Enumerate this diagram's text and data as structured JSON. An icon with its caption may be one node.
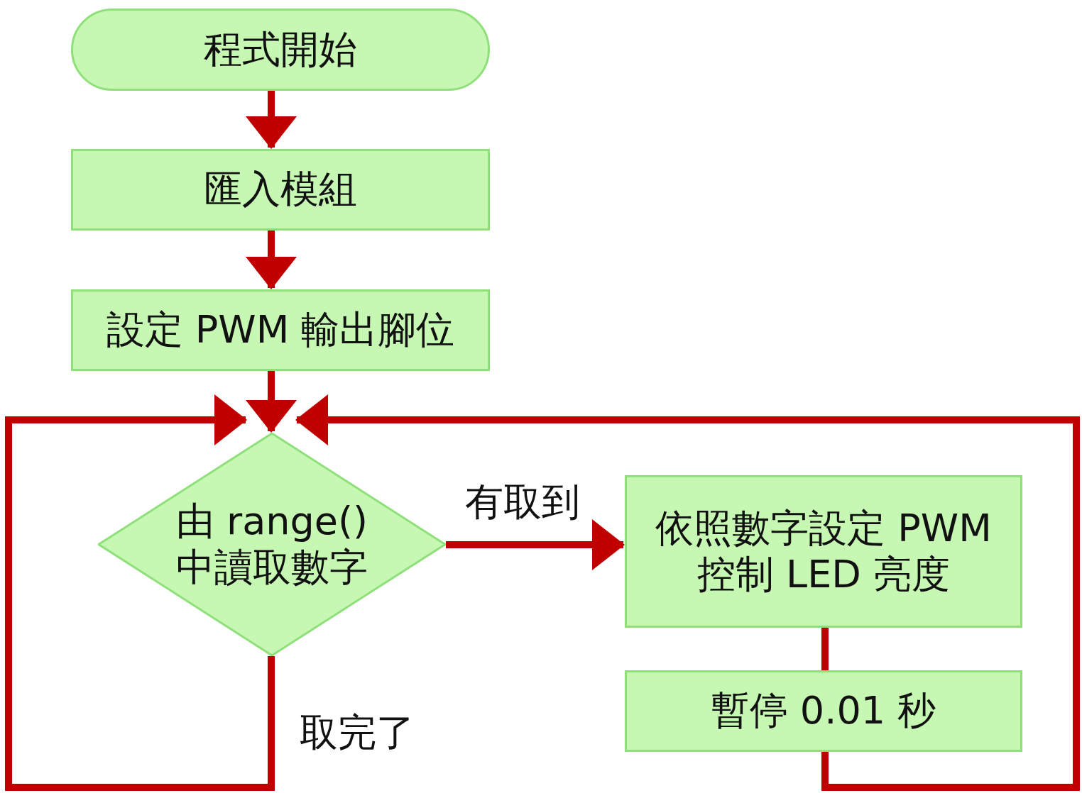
{
  "diagram": {
    "nodes": [
      {
        "text": [
          "程式開始"
        ]
      },
      {
        "text": [
          "匯入模組"
        ]
      },
      {
        "text": [
          "設定 PWM 輸出腳位"
        ]
      },
      {
        "text": [
          "由 range() 中讀取數字"
        ]
      },
      {
        "text": [
          "依照數字設定 PWM 控制 LED 亮度"
        ]
      },
      {
        "text": [
          "暫停 0.01 秒"
        ]
      }
    ],
    "edges": [
      {
        "from": 0,
        "to": 1,
        "arrow": "to"
      },
      {
        "from": 1,
        "to": 2,
        "arrow": "to"
      },
      {
        "from": 2,
        "to": 3,
        "arrow": "to"
      },
      {
        "from": 3,
        "to": 4,
        "arrow": "to",
        "label": "有取到"
      },
      {
        "from": 4,
        "to": 5,
        "arrow": "none"
      },
      {
        "from": 5,
        "to": 3,
        "arrow": "to"
      },
      {
        "from": 3,
        "to": 3,
        "arrow": "to",
        "label": "取完了"
      }
    ]
  }
}
